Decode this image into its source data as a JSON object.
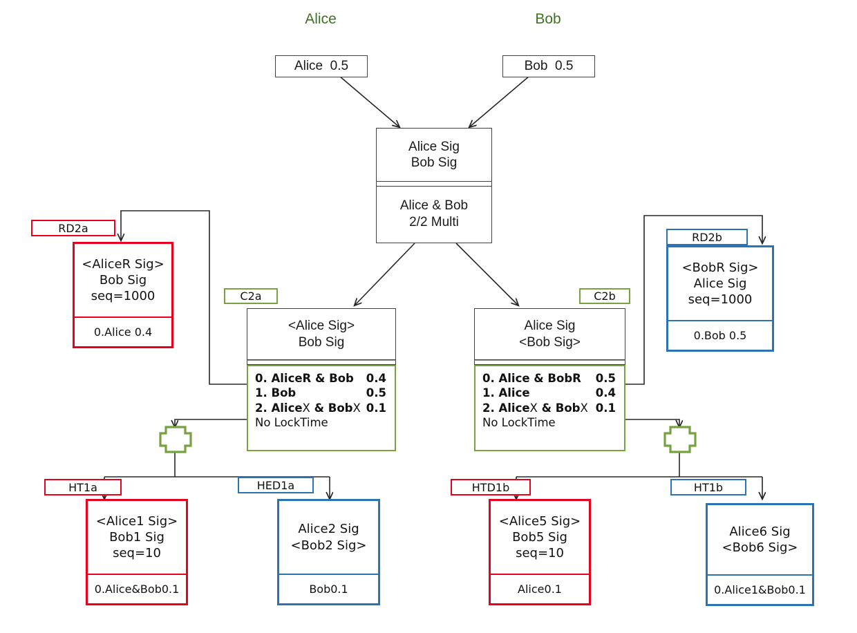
{
  "diagram": {
    "title_alice": "Alice",
    "title_bob": "Bob",
    "accent_green_text": "#3e7222",
    "accent_green_border": "#76a340",
    "accent_red": "#e8001c",
    "accent_blue": "#2a74b6",
    "accent_black": "#404040"
  },
  "funding": {
    "alice_input": "Alice  0.5",
    "bob_input": "Bob  0.5",
    "multisig": {
      "top_line1": "Alice Sig",
      "top_line2": "Bob Sig",
      "bottom_line1": "Alice & Bob",
      "bottom_line2": "2/2 Multi"
    }
  },
  "revocation": {
    "a": {
      "tag": "RD2a",
      "line1": "<AliceR Sig>",
      "line2": "Bob Sig",
      "line3": "seq=1000",
      "output": "0.Alice 0.4"
    },
    "b": {
      "tag": "RD2b",
      "line1": "<BobR Sig>",
      "line2": "Alice Sig",
      "line3": "seq=1000",
      "output": "0.Bob 0.5"
    }
  },
  "commitments": {
    "c2a": {
      "tag": "C2a",
      "top_line1": "<Alice Sig>",
      "top_line2": "Bob Sig",
      "outputs": [
        {
          "label": "0. AliceR & Bob",
          "amount": "0.4"
        },
        {
          "label": "1. Bob",
          "amount": "0.5"
        },
        {
          "label_pre": "2. Alice",
          "label_x": "X",
          "label_mid": " & Bob",
          "label_x2": "X",
          "amount": "0.1"
        }
      ],
      "locktime": "No LockTime"
    },
    "c2b": {
      "tag": "C2b",
      "top_line1": "Alice Sig",
      "top_line2": "<Bob Sig>",
      "outputs": [
        {
          "label": "0. Alice & BobR",
          "amount": "0.5"
        },
        {
          "label": "1. Alice",
          "amount": "0.4"
        },
        {
          "label_pre": "2. Alice",
          "label_x": "X",
          "label_mid": " & Bob",
          "label_x2": "X",
          "amount": "0.1"
        }
      ],
      "locktime": "No LockTime"
    }
  },
  "htlcs": {
    "ht1a": {
      "tag": "HT1a",
      "line1": "<Alice1 Sig>",
      "line2": "Bob1 Sig",
      "line3": "seq=10",
      "output": "0.Alice&Bob0.1"
    },
    "hed1a": {
      "tag": "HED1a",
      "line1": "Alice2 Sig",
      "line2": "<Bob2 Sig>",
      "line3": "",
      "output": "Bob0.1"
    },
    "htd1b": {
      "tag": "HTD1b",
      "line1": "<Alice5 Sig>",
      "line2": "Bob5 Sig",
      "line3": "seq=10",
      "output": "Alice0.1"
    },
    "ht1b": {
      "tag": "HT1b",
      "line1": "Alice6 Sig",
      "line2": "<Bob6 Sig>",
      "line3": "",
      "output": "0.Alice1&Bob0.1"
    }
  },
  "connectors": {
    "cog_left": "hash-preimage-cog-icon",
    "cog_right": "hash-preimage-cog-icon"
  }
}
